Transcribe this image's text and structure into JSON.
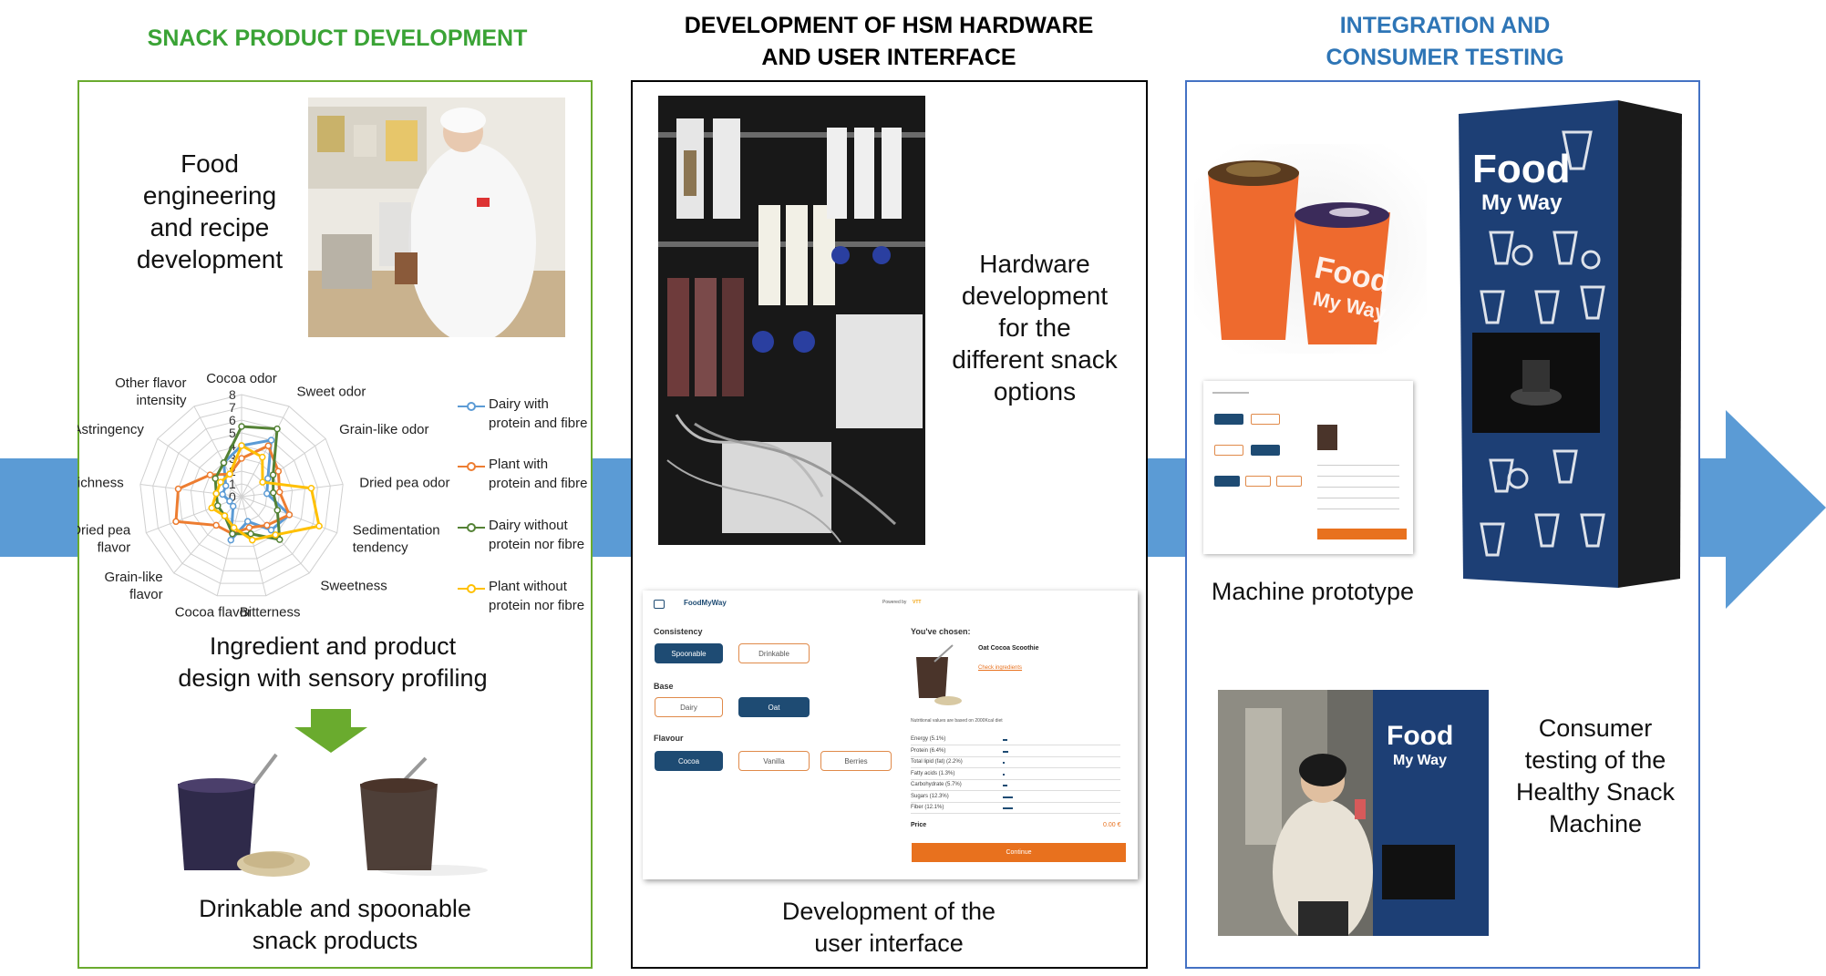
{
  "headers": {
    "left": "SNACK PRODUCT DEVELOPMENT",
    "middle_line1": "DEVELOPMENT OF HSM HARDWARE",
    "middle_line2": "AND USER INTERFACE",
    "right_line1": "INTEGRATION AND",
    "right_line2": "CONSUMER TESTING"
  },
  "colors": {
    "left_accent": "#3aa335",
    "middle_accent": "#000000",
    "right_accent": "#2e75b6",
    "arrow": "#5b9bd5",
    "green_arrow": "#6aab2e",
    "ui_primary": "#1e4b73",
    "ui_orange": "#e8711e"
  },
  "left_panel": {
    "food_engineering": "Food\nengineering\nand recipe\ndevelopment",
    "ingredient_design": "Ingredient and product\ndesign with sensory profiling",
    "drinkable_spoonable": "Drinkable and spoonable\nsnack products"
  },
  "middle_panel": {
    "hardware_caption": "Hardware\ndevelopment\nfor the\ndifferent snack\noptions",
    "ui_caption": "Development of the\nuser interface"
  },
  "right_panel": {
    "machine_prototype": "Machine prototype",
    "consumer_testing": "Consumer\ntesting of the\nHealthy Snack\nMachine",
    "cup_brand_line1": "Food",
    "cup_brand_line2": "My Way",
    "machine_brand_line1": "Food",
    "machine_brand_line2": "My Way"
  },
  "ui_mock": {
    "brand": "FoodMyWay",
    "powered": "Powered by",
    "powered_brand": "VTT",
    "consistency": "Consistency",
    "spoonable": "Spoonable",
    "drinkable": "Drinkable",
    "base": "Base",
    "dairy": "Dairy",
    "oat": "Oat",
    "flavour": "Flavour",
    "cocoa": "Cocoa",
    "vanilla": "Vanilla",
    "berries": "Berries",
    "chosen": "You've chosen:",
    "product": "Oat Cocoa Scoothie",
    "ingredients_link": "Check ingredients",
    "nutrition_note": "Nutritional values are based on 2000Kcal diet",
    "nutrients": [
      {
        "label": "Energy (5.1%)",
        "value": 5.1
      },
      {
        "label": "Protein (6.4%)",
        "value": 6.4
      },
      {
        "label": "Total lipid (fat) (2.2%)",
        "value": 2.2
      },
      {
        "label": "Fatty acids (1.3%)",
        "value": 1.3
      },
      {
        "label": "Carbohydrate (5.7%)",
        "value": 5.7
      },
      {
        "label": "Sugars (12.3%)",
        "value": 12.3
      },
      {
        "label": "Fiber (12.1%)",
        "value": 12.1
      }
    ],
    "price_label": "Price",
    "price_value": "0.00 €",
    "continue": "Continue"
  },
  "chart_data": {
    "type": "radar",
    "axes": [
      "Cocoa odor",
      "Sweet odor",
      "Grain-like odor",
      "Dried pea odor",
      "Sedimentation\ntendency",
      "Sweetness",
      "Bitterness",
      "Cocoa flavor",
      "Grain-like\nflavor",
      "Dried pea\nflavor",
      "Richness",
      "Astringency",
      "Other flavor\nintensity"
    ],
    "ticks": [
      0,
      1,
      2,
      3,
      4,
      5,
      6,
      7,
      8
    ],
    "rlim": [
      0,
      8
    ],
    "legend_position": "right",
    "series": [
      {
        "name": "Dairy with\nprotein and fibre",
        "color": "#5b9bd5",
        "values": [
          4,
          5,
          2.5,
          2,
          4,
          3.5,
          2,
          3.5,
          1,
          1,
          1.5,
          1.5,
          3
        ]
      },
      {
        "name": "Plant with\nprotein and fibre",
        "color": "#ed7d31",
        "values": [
          3,
          4.5,
          3.5,
          3,
          4,
          3,
          2.5,
          3,
          3,
          5.5,
          5,
          3,
          2
        ]
      },
      {
        "name": "Dairy without\nprotein nor fibre",
        "color": "#548235",
        "values": [
          5.5,
          6,
          3,
          2.5,
          3,
          4.5,
          3,
          3,
          2,
          2,
          2,
          2.5,
          3
        ]
      },
      {
        "name": "Plant without\nprotein nor fibre",
        "color": "#ffc000",
        "values": [
          4,
          3.5,
          2,
          5.5,
          6.5,
          4,
          3.5,
          2.5,
          2,
          2.5,
          2,
          2,
          2
        ]
      }
    ]
  }
}
